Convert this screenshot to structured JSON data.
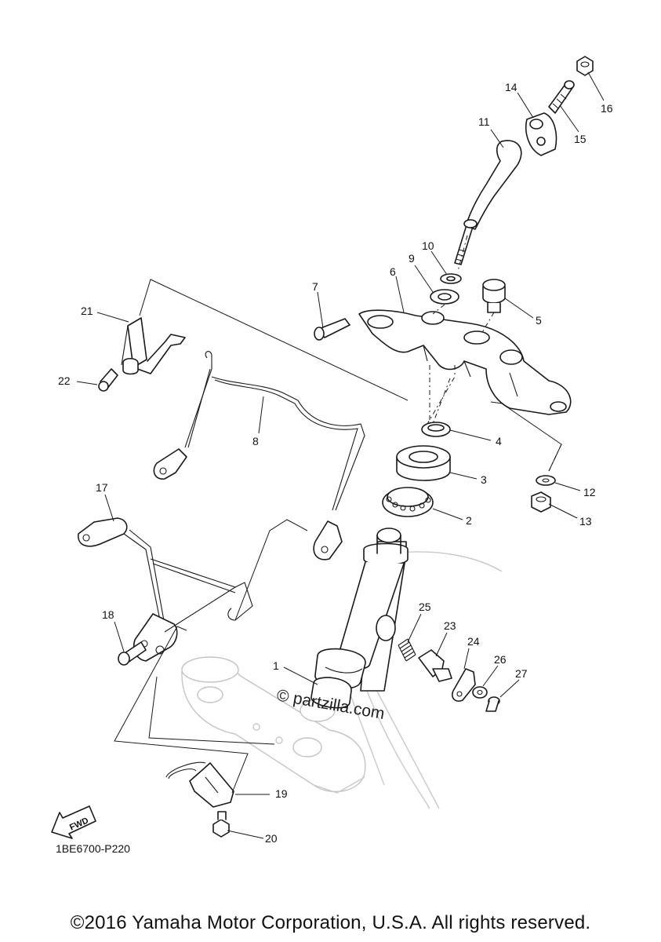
{
  "diagram_code": "1BE6700-P220",
  "copyright": "©2016 Yamaha Motor Corporation, U.S.A. All rights reserved.",
  "watermark": "© partzilla.com",
  "fwd_label": "FWD",
  "callouts": [
    "1",
    "2",
    "3",
    "4",
    "5",
    "6",
    "7",
    "8",
    "9",
    "10",
    "11",
    "12",
    "13",
    "14",
    "15",
    "16",
    "17",
    "18",
    "19",
    "20",
    "21",
    "22",
    "23",
    "24",
    "25",
    "26",
    "27"
  ]
}
